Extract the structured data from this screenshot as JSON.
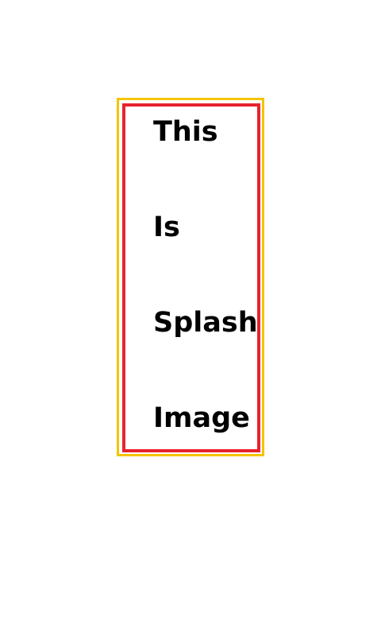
{
  "splash": {
    "words": [
      "This",
      "Is",
      "Splash",
      "Image"
    ]
  },
  "colors": {
    "background": "#ffffff",
    "outer_border": "#f5c400",
    "inner_border": "#e8232e",
    "text": "#000000"
  }
}
